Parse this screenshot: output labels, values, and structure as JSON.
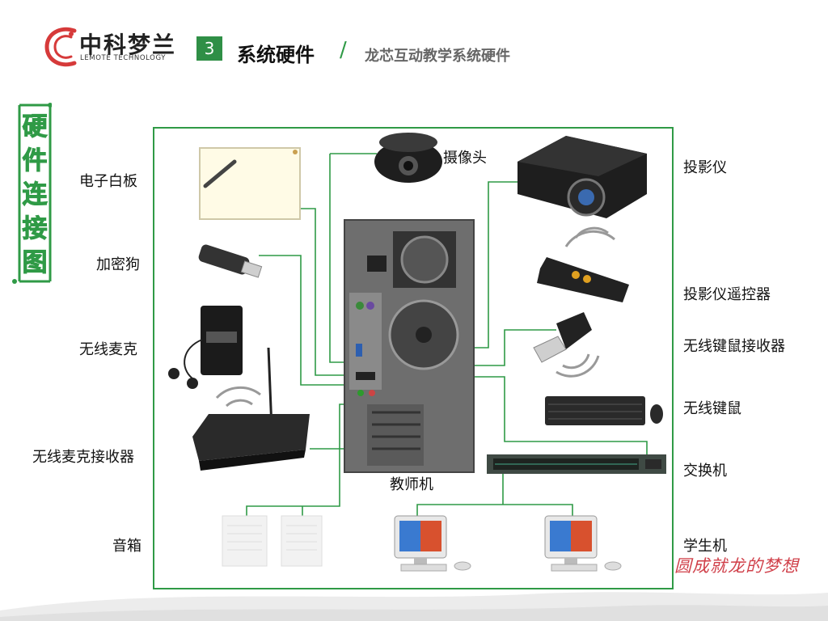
{
  "header": {
    "logo_cn": "中科梦兰",
    "logo_en": "LEMOTE TECHNOLOGY",
    "section_number": "3",
    "section_title": "系统硬件",
    "separator": "/",
    "subtitle": "龙芯互动教学系统硬件"
  },
  "side_tab": {
    "chars": [
      "硬",
      "件",
      "连",
      "接",
      "图"
    ]
  },
  "labels": {
    "whiteboard": "电子白板",
    "dongle": "加密狗",
    "wireless_mic": "无线麦克",
    "mic_receiver": "无线麦克接收器",
    "speakers": "音箱",
    "camera": "摄像头",
    "teacher_pc": "教师机",
    "projector": "投影仪",
    "projector_remote": "投影仪遥控器",
    "kb_mouse_receiver": "无线键鼠接收器",
    "wireless_keyboard": "无线键鼠",
    "switch": "交换机",
    "student_pc": "学生机"
  },
  "slogan": "圆成就龙的梦想",
  "colors": {
    "accent_green": "#2f9a46",
    "section_badge": "#2f8f46",
    "slogan_red": "#d0404a",
    "logo_red": "#d63a3a"
  }
}
